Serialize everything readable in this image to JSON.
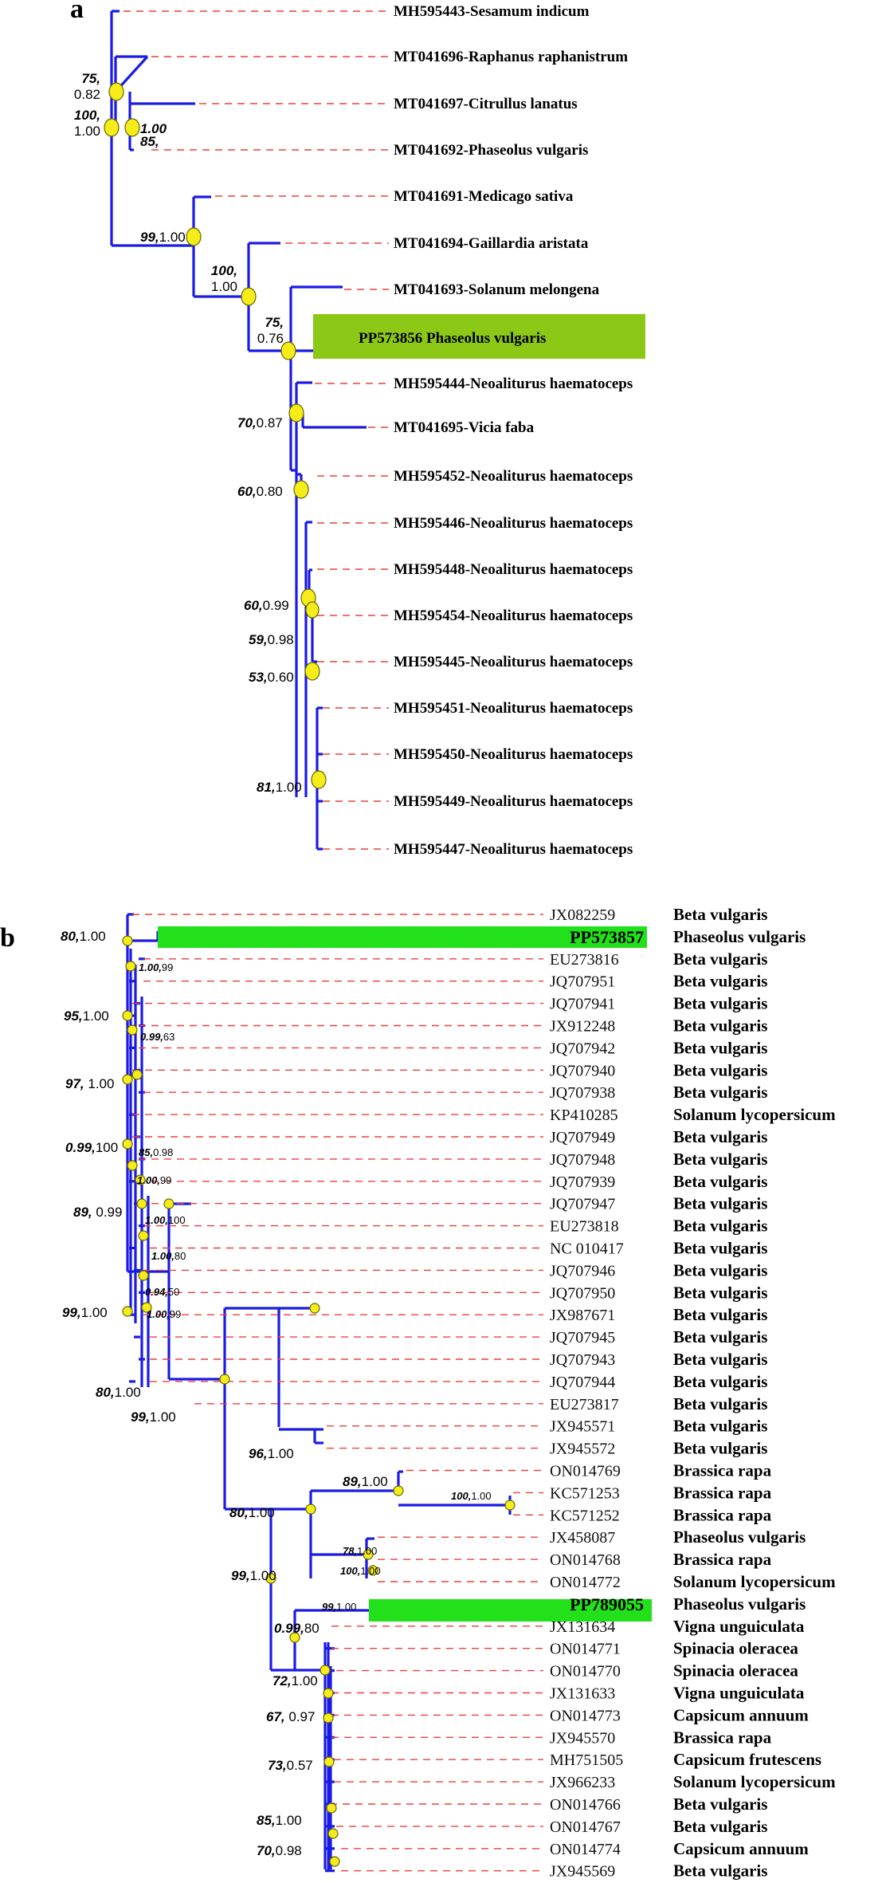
{
  "figure": {
    "panel_a_label": "a",
    "panel_b_label": "b",
    "colors": {
      "branch": "#1a1ae6",
      "leader": "#e8413a",
      "node": "#f5ec1a",
      "highlight_a": "#8cc816",
      "highlight_b": "#22e11a"
    }
  },
  "tree_a": {
    "leaves": [
      "MH595443-Sesamum indicum",
      "MT041696-Raphanus raphanistrum",
      "MT041697-Citrullus lanatus",
      "MT041692-Phaseolus vulgaris",
      "MT041691-Medicago sativa",
      "MT041694-Gaillardia aristata",
      "MT041693-Solanum melongena",
      "PP573856  Phaseolus vulgaris",
      "MH595444-Neoaliturus haematoceps",
      "MT041695-Vicia faba",
      "MH595452-Neoaliturus haematoceps",
      "MH595446-Neoaliturus haematoceps",
      "MH595448-Neoaliturus haematoceps",
      "MH595454-Neoaliturus haematoceps",
      "MH595445-Neoaliturus haematoceps",
      "MH595451-Neoaliturus haematoceps",
      "MH595450-Neoaliturus haematoceps",
      "MH595449-Neoaliturus haematoceps",
      "MH595447-Neoaliturus haematoceps"
    ],
    "highlight": "PP573856",
    "support": [
      [
        "75,",
        "0.82"
      ],
      [
        "100,",
        "1.00"
      ],
      [
        "1.00",
        ""
      ],
      [
        "85,",
        ""
      ],
      [
        "99,",
        "1.00"
      ],
      [
        "100,",
        "1.00"
      ],
      [
        "75,",
        "0.76"
      ],
      [
        "70,",
        "0.87"
      ],
      [
        "60,",
        "0.80"
      ],
      [
        "60,",
        "0.99"
      ],
      [
        "59,",
        "0.98"
      ],
      [
        "53,",
        "0.60"
      ],
      [
        "81,",
        "1.00"
      ]
    ]
  },
  "tree_b": {
    "leaves": [
      [
        "JX082259",
        "Beta vulgaris"
      ],
      [
        "PP573857",
        "Phaseolus vulgaris"
      ],
      [
        "EU273816",
        "Beta vulgaris"
      ],
      [
        "JQ707951",
        "Beta vulgaris"
      ],
      [
        "JQ707941",
        "Beta vulgaris"
      ],
      [
        "JX912248",
        "Beta vulgaris"
      ],
      [
        "JQ707942",
        "Beta vulgaris"
      ],
      [
        "JQ707940",
        "Beta vulgaris"
      ],
      [
        "JQ707938",
        "Beta vulgaris"
      ],
      [
        "KP410285",
        "Solanum lycopersicum"
      ],
      [
        "JQ707949",
        "Beta vulgaris"
      ],
      [
        "JQ707948",
        "Beta vulgaris"
      ],
      [
        "JQ707939",
        "Beta vulgaris"
      ],
      [
        "JQ707947",
        "Beta vulgaris"
      ],
      [
        "EU273818",
        "Beta vulgaris"
      ],
      [
        "NC 010417",
        "Beta vulgaris"
      ],
      [
        "JQ707946",
        "Beta vulgaris"
      ],
      [
        "JQ707950",
        "Beta vulgaris"
      ],
      [
        "JX987671",
        "Beta vulgaris"
      ],
      [
        "JQ707945",
        "Beta vulgaris"
      ],
      [
        "JQ707943",
        "Beta vulgaris"
      ],
      [
        "JQ707944",
        "Beta vulgaris"
      ],
      [
        "EU273817",
        "Beta vulgaris"
      ],
      [
        "JX945571",
        "Beta vulgaris"
      ],
      [
        "JX945572",
        "Beta vulgaris"
      ],
      [
        "ON014769",
        "Brassica rapa"
      ],
      [
        "KC571253",
        "Brassica rapa"
      ],
      [
        "KC571252",
        "Brassica rapa"
      ],
      [
        "JX458087",
        "Phaseolus vulgaris"
      ],
      [
        "ON014768",
        "Brassica rapa"
      ],
      [
        "ON014772",
        "Solanum lycopersicum"
      ],
      [
        "PP789055",
        "Phaseolus vulgaris"
      ],
      [
        "JX131634",
        "Vigna unguiculata"
      ],
      [
        "ON014771",
        "Spinacia oleracea"
      ],
      [
        "ON014770",
        "Spinacia oleracea"
      ],
      [
        "JX131633",
        "Vigna unguiculata"
      ],
      [
        "ON014773",
        "Capsicum annuum"
      ],
      [
        "JX945570",
        "Brassica rapa"
      ],
      [
        "MH751505",
        "Capsicum  frutescens"
      ],
      [
        "JX966233",
        "Solanum lycopersicum"
      ],
      [
        "ON014766",
        "Beta vulgaris"
      ],
      [
        "ON014767",
        "Beta vulgaris"
      ],
      [
        "ON014774",
        "Capsicum annuum"
      ],
      [
        "JX945569",
        "Beta vulgaris"
      ]
    ],
    "highlights": [
      "PP573857",
      "PP789055"
    ],
    "support": [
      [
        "80,",
        "1.00"
      ],
      [
        "1.00,",
        "99"
      ],
      [
        "95,",
        "1.00"
      ],
      [
        "0.99,",
        "63"
      ],
      [
        "97,",
        " 1.00"
      ],
      [
        "85,",
        "0.98"
      ],
      [
        "0.99,",
        "100"
      ],
      [
        "1.00,",
        "99"
      ],
      [
        "89,",
        " 0.99"
      ],
      [
        "1.00,",
        "100"
      ],
      [
        "1.00,",
        "80"
      ],
      [
        "99,",
        "1.00"
      ],
      [
        "0.94,",
        "50"
      ],
      [
        "1.00,",
        "99"
      ],
      [
        "80,",
        "1.00"
      ],
      [
        "96,",
        "1.00"
      ],
      [
        "99,",
        "1.00"
      ],
      [
        "100,",
        "1.00"
      ],
      [
        "89,",
        "1.00"
      ],
      [
        "80,",
        "1.00"
      ],
      [
        "78,",
        "1.00"
      ],
      [
        "100,",
        "1.00"
      ],
      [
        "99,",
        "1.00"
      ],
      [
        "0.99,",
        "80"
      ],
      [
        "99,",
        "1.00"
      ],
      [
        "72,",
        "1.00"
      ],
      [
        "67,",
        " 0.97"
      ],
      [
        "73,",
        "0.57"
      ],
      [
        "85,",
        "1.00"
      ],
      [
        "70,",
        "0.98"
      ]
    ]
  }
}
